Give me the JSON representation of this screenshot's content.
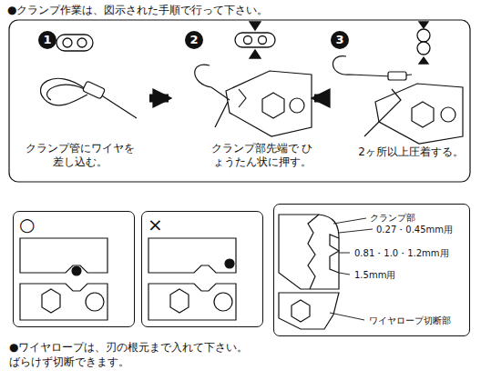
{
  "diagram": {
    "title": "●クランプ作業は、図示された手順で行って下さい。",
    "caption": "●ワイヤロープは、刃の根元まで入れて下さい。 ばらけず切断できます。",
    "nodes": [
      {
        "text": [
          "1",
          "クランプ管にワイヤを 差し込む。"
        ]
      },
      {
        "text": [
          "2",
          "クランプ部先端で ひょうたん状に押す。"
        ]
      },
      {
        "text": [
          "3",
          "2ヶ所以上圧着する。"
        ]
      },
      {
        "text": [
          "○"
        ]
      },
      {
        "text": [
          "×"
        ]
      },
      {
        "text": [
          "クランプ部",
          "0.27・0.45mm用",
          "0.81・1.0・1.2mm用",
          "1.5mm用",
          "ワイヤロープ切断部"
        ]
      }
    ],
    "edges": [
      {
        "from": 0,
        "to": 1,
        "arrow": "to"
      },
      {
        "from": 1,
        "to": 2,
        "arrow": "to"
      }
    ]
  }
}
